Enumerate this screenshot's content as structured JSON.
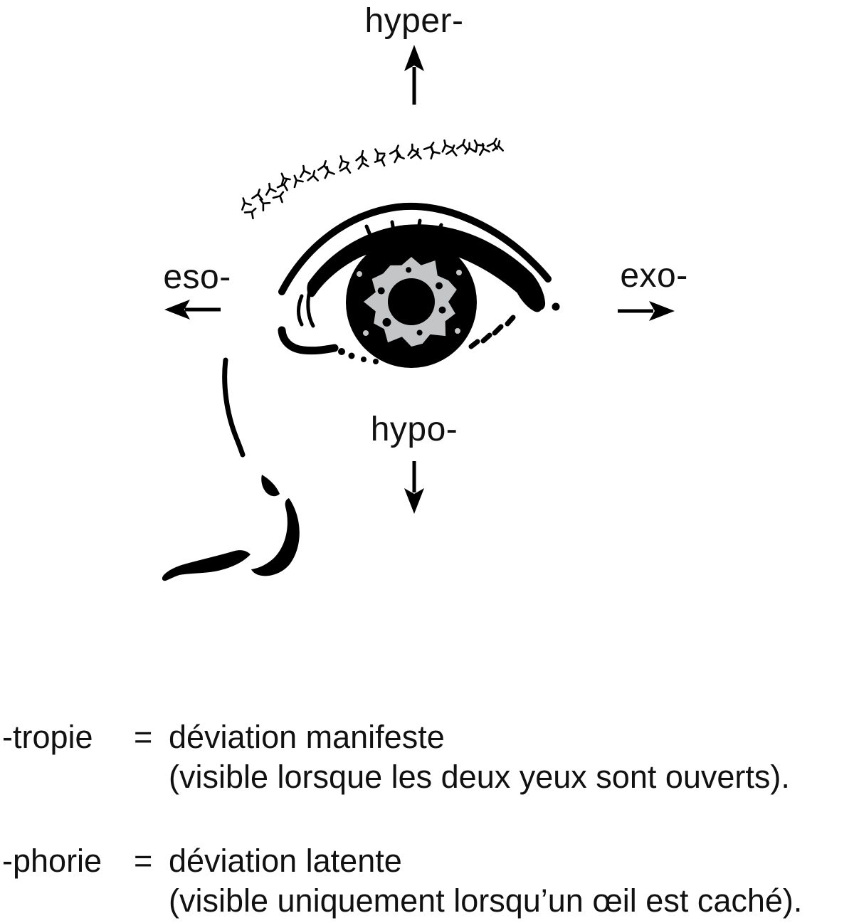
{
  "figure": {
    "description": "Schematic eye with strabismus direction prefixes",
    "labels": {
      "hyper": "hyper-",
      "hypo": "hypo-",
      "eso": "eso-",
      "exo": "exo-"
    }
  },
  "definitions": [
    {
      "term": "-tropie",
      "equals": "=",
      "line1": "déviation manifeste",
      "line2": "(visible lorsque les deux yeux sont ouverts)."
    },
    {
      "term": "-phorie",
      "equals": "=",
      "line1": "déviation latente",
      "line2": "(visible uniquement lorsqu’un œil est caché)."
    }
  ],
  "colors": {
    "ink": "#000000",
    "iris_gray": "#c3c5c7",
    "background": "#ffffff"
  }
}
